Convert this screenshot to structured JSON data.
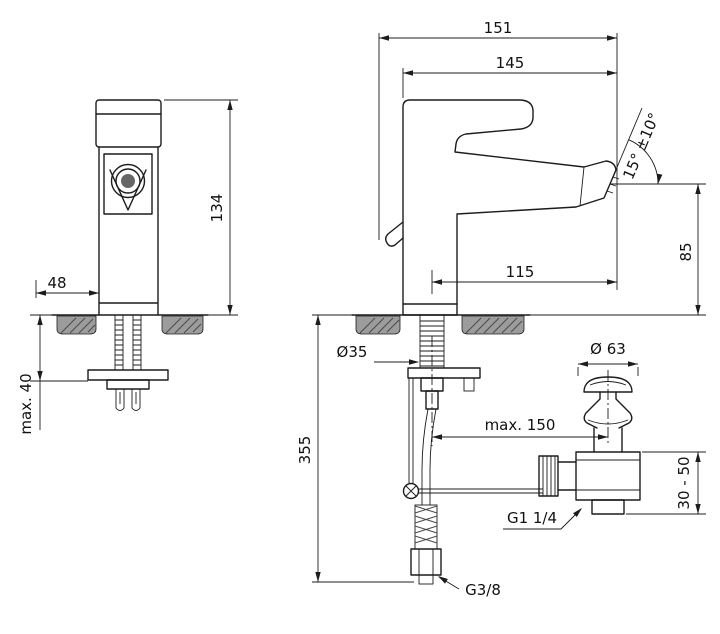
{
  "colors": {
    "line": "#1c1c1c",
    "ceramic": "#9c9c9c"
  },
  "labels": {
    "dim_151": "151",
    "dim_145": "145",
    "dim_134": "134",
    "dim_48": "48",
    "dim_max40": "max. 40",
    "dim_angle": "15° ±10°",
    "dim_85": "85",
    "dim_115": "115",
    "dim_d35": "Ø35",
    "dim_d63": "Ø 63",
    "dim_max150": "max. 150",
    "dim_355": "355",
    "dim_3050": "30 - 50",
    "thread_drain": "G1 1/4",
    "thread_supply": "G3/8"
  }
}
